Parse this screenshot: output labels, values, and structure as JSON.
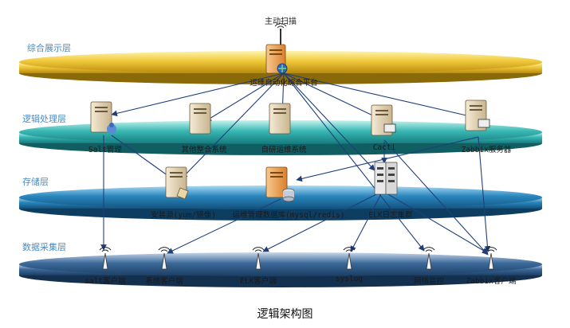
{
  "layers": [
    {
      "label": "综合展示层"
    },
    {
      "label": "逻辑处理层"
    },
    {
      "label": "存储层"
    },
    {
      "label": "数据采集层"
    }
  ],
  "top_label": "主动扫描",
  "platform": {
    "label": "运维自动化综合平台"
  },
  "logic_nodes": [
    {
      "label": "Salt管理"
    },
    {
      "label": "其他整合系统"
    },
    {
      "label": "自研运维系统"
    },
    {
      "label": "Cacti"
    },
    {
      "label": "Zabbix服务器"
    }
  ],
  "storage_nodes": [
    {
      "label": "安装源(yum/镜像)"
    },
    {
      "label": "运维管理数据库(mysql/redis)"
    },
    {
      "label": "ELK日志集群"
    }
  ],
  "collect_nodes": [
    {
      "label": "salt客户端"
    },
    {
      "label": "系统客户端"
    },
    {
      "label": "ELK客户端"
    },
    {
      "label": "syslog"
    },
    {
      "label": "网络监控"
    },
    {
      "label": "Zabbix客户端"
    }
  ],
  "caption": "逻辑架构图",
  "colors": {
    "layer1": "#e2b21c",
    "layer2": "#27a9a6",
    "layer3": "#1e74a6",
    "layer4": "#2e5a8a",
    "arrow": "#1f3f7a"
  }
}
